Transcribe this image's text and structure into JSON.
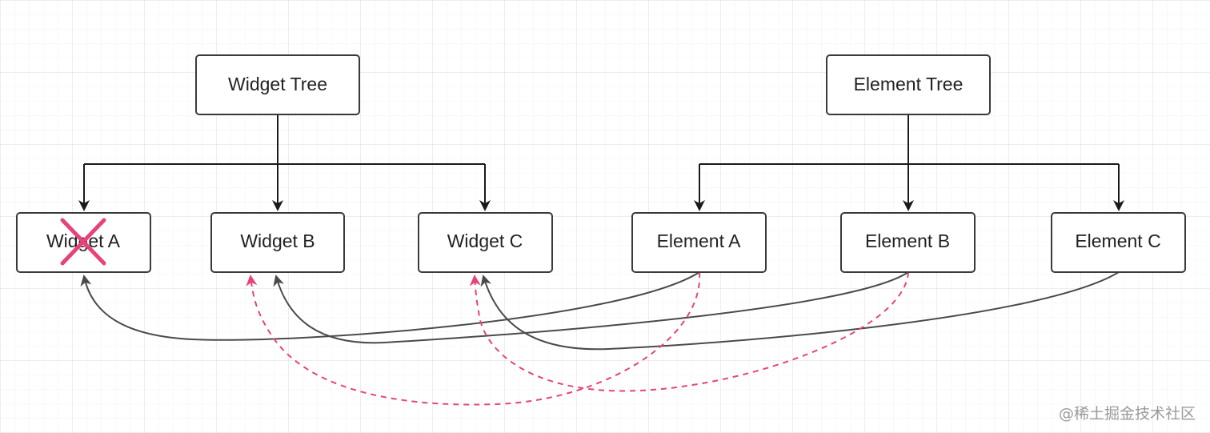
{
  "colors": {
    "box_stroke": "#3a3a3a",
    "tree_edge": "#1a1a1a",
    "reference_edge": "#4a4a4a",
    "new_reference_edge": "#e8427c",
    "removed_mark": "#e8427c"
  },
  "diagram": {
    "roots": [
      {
        "id": "widget_tree",
        "label": "Widget Tree"
      },
      {
        "id": "element_tree",
        "label": "Element Tree"
      }
    ],
    "nodes": [
      {
        "id": "widget_a",
        "label": "Widget A",
        "removed": true
      },
      {
        "id": "widget_b",
        "label": "Widget B",
        "removed": false
      },
      {
        "id": "widget_c",
        "label": "Widget C",
        "removed": false
      },
      {
        "id": "element_a",
        "label": "Element A",
        "removed": false
      },
      {
        "id": "element_b",
        "label": "Element B",
        "removed": false
      },
      {
        "id": "element_c",
        "label": "Element C",
        "removed": false
      }
    ],
    "tree_edges": [
      {
        "from": "widget_tree",
        "to": "widget_a"
      },
      {
        "from": "widget_tree",
        "to": "widget_b"
      },
      {
        "from": "widget_tree",
        "to": "widget_c"
      },
      {
        "from": "element_tree",
        "to": "element_a"
      },
      {
        "from": "element_tree",
        "to": "element_b"
      },
      {
        "from": "element_tree",
        "to": "element_c"
      }
    ],
    "reference_edges": [
      {
        "from": "element_a",
        "to": "widget_a",
        "style": "solid"
      },
      {
        "from": "element_b",
        "to": "widget_b",
        "style": "solid"
      },
      {
        "from": "element_c",
        "to": "widget_c",
        "style": "solid"
      },
      {
        "from": "element_a",
        "to": "widget_b",
        "style": "dashed"
      },
      {
        "from": "element_b",
        "to": "widget_c",
        "style": "dashed"
      }
    ]
  },
  "watermark": "@稀土掘金技术社区"
}
